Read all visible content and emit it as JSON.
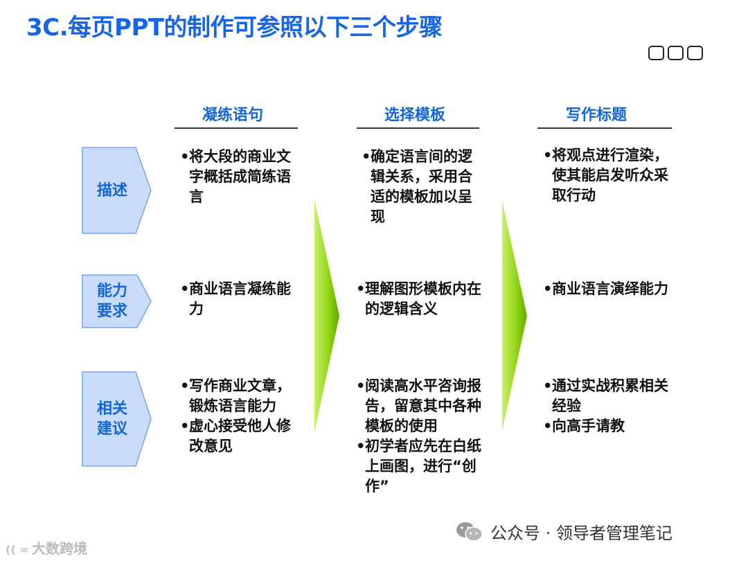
{
  "title": "3C.每页PPT的制作可参照以下三个步骤",
  "columns": {
    "c1": "凝练语句",
    "c2": "选择模板",
    "c3": "写作标题"
  },
  "rows": {
    "r1": {
      "label_1": "描述",
      "label_2": ""
    },
    "r2": {
      "label_1": "能力",
      "label_2": "要求"
    },
    "r3": {
      "label_1": "相关",
      "label_2": "建议"
    }
  },
  "cells": {
    "r1c1": {
      "b1": "将大段的商业文字概括成简练语言"
    },
    "r1c2": {
      "b1": "确定语言间的逻辑关系，采用合适的模板加以呈现"
    },
    "r1c3": {
      "b1": "将观点进行渲染，使其能启发听众采取行动"
    },
    "r2c1": {
      "b1": "商业语言凝练能力"
    },
    "r2c2": {
      "b1": "理解图形模板内在的逻辑含义"
    },
    "r2c3": {
      "b1": "商业语言演绎能力"
    },
    "r3c1": {
      "b1": "写作商业文章，锻炼语言能力",
      "b2": "虚心接受他人修改意见"
    },
    "r3c2": {
      "b1": "阅读高水平咨询报告，留意其中各种模板的使用",
      "b2": "初学者应先在白纸上画图，进行“创作”"
    },
    "r3c3": {
      "b1": "通过实战积累相关经验",
      "b2": "向高手请教"
    }
  },
  "bullet": "•",
  "footer": "公众号 · 领导者管理笔记",
  "watermark": "大数跨境",
  "colors": {
    "title": "#1565e8",
    "label": "#1466d8",
    "pentagon_fill": "#c9dcfb",
    "pentagon_stroke": "#7aa3e6",
    "arrow_green": "#8dd20f"
  }
}
